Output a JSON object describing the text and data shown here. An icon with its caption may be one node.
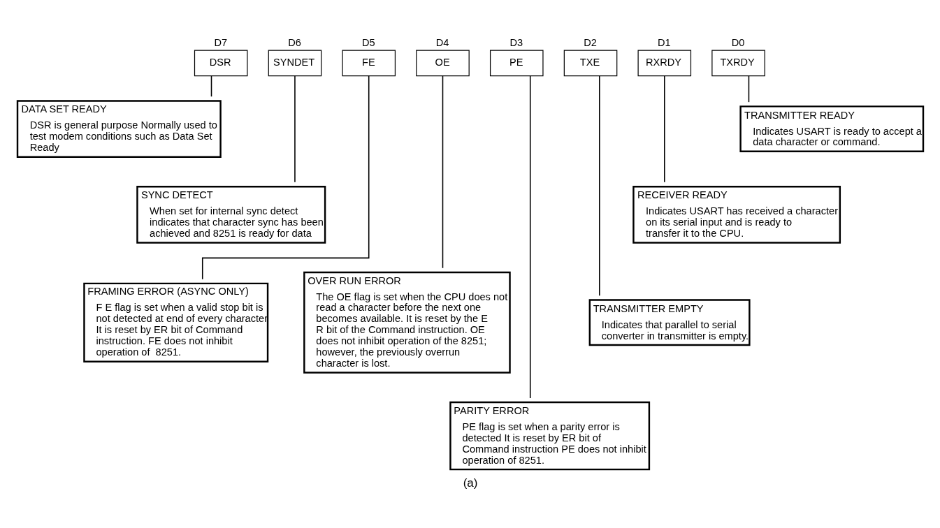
{
  "diagram": {
    "caption": "(a)",
    "nodes": [
      {
        "text": [
          "DSR"
        ],
        "beside": [
          "D7"
        ]
      },
      {
        "text": [
          "SYNDET"
        ],
        "beside": [
          "D6"
        ]
      },
      {
        "text": [
          "FE"
        ],
        "beside": [
          "D5"
        ]
      },
      {
        "text": [
          "OE"
        ],
        "beside": [
          "D4"
        ]
      },
      {
        "text": [
          "PE"
        ],
        "beside": [
          "D3"
        ]
      },
      {
        "text": [
          "TXE"
        ],
        "beside": [
          "D2"
        ]
      },
      {
        "text": [
          "RXRDY"
        ],
        "beside": [
          "D1"
        ]
      },
      {
        "text": [
          "TXRDY"
        ],
        "beside": [
          "D0"
        ]
      },
      {
        "text": [
          "DATA SET READY",
          "DSR is general purpose Normally used to test modem conditions such as Data Set Ready"
        ]
      },
      {
        "text": [
          "SYNC DETECT",
          "When set for internal sync detect indicates that character sync has been achieved and 8251 is ready for data"
        ]
      },
      {
        "text": [
          "FRAMING ERROR (ASYNC ONLY)",
          "F E flag is set when a valid stop bit is not detected at end of every character It is reset by ER bit of Command instruction. FE does not inhibit operation of  8251."
        ]
      },
      {
        "text": [
          "OVER RUN ERROR",
          "The OE flag is set when the CPU does not read a character before the next one becomes available. It is reset by the E R bit of the Command instruction. OE does not inhibit operation of the 8251; however, the previously overrun character is lost."
        ]
      },
      {
        "text": [
          "PARITY ERROR",
          "PE flag is set when a parity error is detected It is reset by ER bit of Command instruction PE does not inhibit operation of 8251."
        ]
      },
      {
        "text": [
          "TRANSMITTER EMPTY",
          "Indicates that parallel to serial converter in transmitter is empty."
        ]
      },
      {
        "text": [
          "RECEIVER READY",
          "Indicates USART has received a character on its serial input and is ready to transfer it to the CPU."
        ]
      },
      {
        "text": [
          "TRANSMITTER READY",
          "Indicates USART is ready to accept a data character or command."
        ]
      }
    ],
    "edges": [
      {
        "from": 0,
        "to": 8,
        "arrow": "none"
      },
      {
        "from": 1,
        "to": 9,
        "arrow": "none"
      },
      {
        "from": 2,
        "to": 10,
        "arrow": "none"
      },
      {
        "from": 3,
        "to": 11,
        "arrow": "none"
      },
      {
        "from": 4,
        "to": 12,
        "arrow": "none"
      },
      {
        "from": 5,
        "to": 13,
        "arrow": "none"
      },
      {
        "from": 6,
        "to": 14,
        "arrow": "none"
      },
      {
        "from": 7,
        "to": 15,
        "arrow": "none"
      }
    ]
  }
}
